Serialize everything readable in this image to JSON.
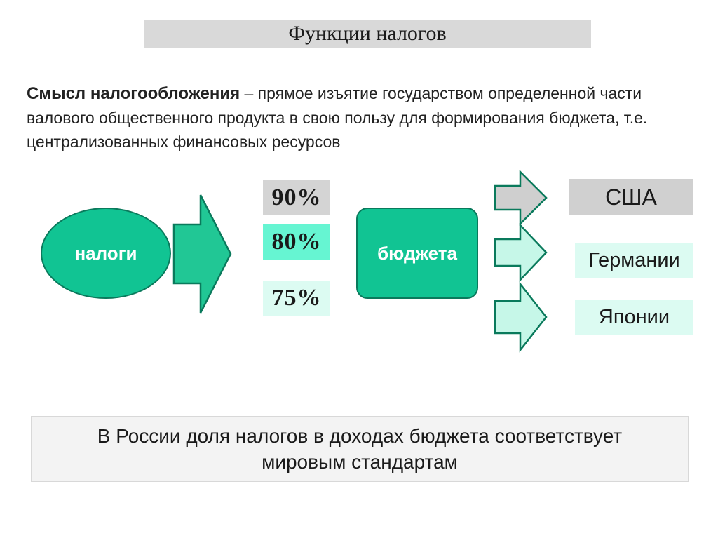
{
  "title": "Функции налогов",
  "definition": {
    "term": "Смысл налогообложения",
    "text": " – прямое изъятие государством определенной части валового общественного продукта в свою пользу для формирования бюджета, т.е. централизованных финансовых ресурсов"
  },
  "diagram": {
    "source_label": "налоги",
    "percentages": [
      {
        "label": "90%",
        "color": "#d4d4d4"
      },
      {
        "label": "80%",
        "color": "#66f5d2"
      },
      {
        "label": "75%",
        "color": "#dcfbf2"
      }
    ],
    "target_label": "бюджета",
    "countries": [
      {
        "label": "США",
        "color": "#d0d0d0"
      },
      {
        "label": "Германии",
        "color": "#dcfbf2"
      },
      {
        "label": "Японии",
        "color": "#dcfbf2"
      }
    ]
  },
  "note": "В России доля налогов в доходах бюджета соответствует мировым стандартам",
  "colors": {
    "accent": "#11c493",
    "accent_border": "#0a7a5c",
    "arrow_fill_main": "#21c795",
    "arrow_fill_gray": "#cfcfcf",
    "arrow_fill_light": "#c6f7e8"
  }
}
